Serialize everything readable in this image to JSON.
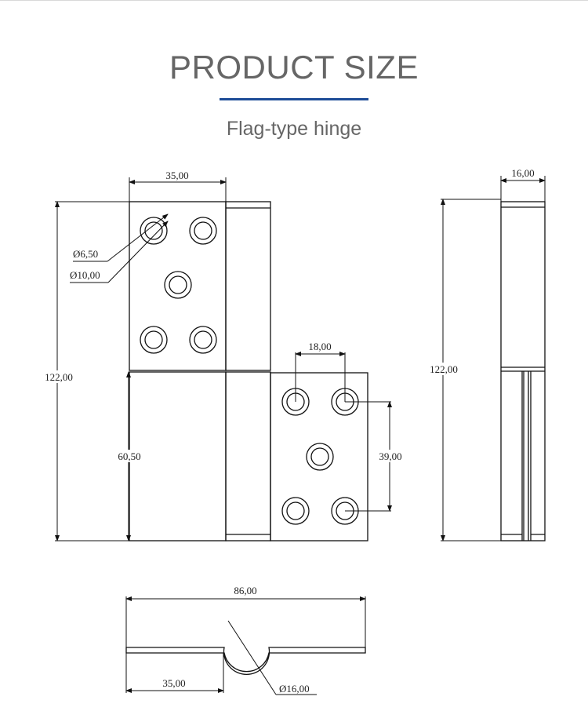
{
  "header": {
    "title": "PRODUCT SIZE",
    "subtitle": "Flag-type hinge",
    "accent_color": "#1d4c97"
  },
  "front_view": {
    "width_top_plate": "35,00",
    "total_height": "122,00",
    "lower_height": "60,50",
    "hole_spacing_h": "18,00",
    "hole_spacing_v": "39,00",
    "hole_inner_dia": "Ø6,50",
    "hole_outer_dia": "Ø10,00"
  },
  "side_view": {
    "thickness": "16,00",
    "total_height": "122,00"
  },
  "top_view": {
    "total_width": "86,00",
    "leaf_width": "35,00",
    "knuckle_dia": "Ø16,00"
  }
}
